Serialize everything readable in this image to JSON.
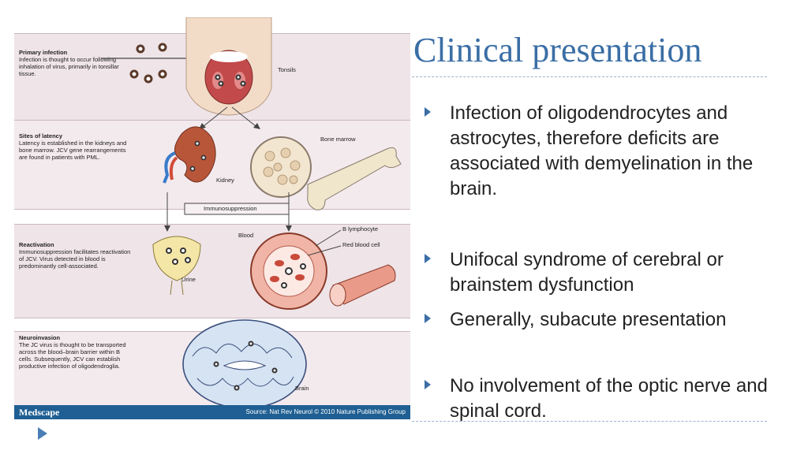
{
  "slide": {
    "title": "Clinical presentation",
    "bullets": [
      "Infection of oligodendrocytes and astrocytes, therefore deficits are associated with demyelination in the brain.",
      "Unifocal syndrome of cerebral or brainstem dysfunction",
      "Generally, subacute presentation",
      "No involvement of the optic nerve and spinal cord."
    ],
    "next_icon": "play-triangle-icon"
  },
  "figure": {
    "panels": [
      {
        "heading": "Primary infection",
        "text": "Infection is thought to occur following inhalation of virus, primarily in tonsillar tissue."
      },
      {
        "heading": "Sites of latency",
        "text": "Latency is established in the kidneys and bone marrow. JCV gene rearrangements are found in patients with PML."
      },
      {
        "heading": "Reactivation",
        "text": "Immunosuppression facilitates reactivation of JCV. Virus detected in blood is predominantly cell-associated."
      },
      {
        "heading": "Neuroinvasion",
        "text": "The JC virus is thought to be transported across the blood–brain barrier within B cells. Subsequently, JCV can establish productive infection of oligodendroglia."
      }
    ],
    "labels": {
      "tonsils": "Tonsils",
      "bone_marrow": "Bone marrow",
      "kidney": "Kidney",
      "immunosuppression": "Immunosuppression",
      "blood": "Blood",
      "b_lymphocyte": "B lymphocyte",
      "red_blood_cell": "Red blood cell",
      "urine": "Urine",
      "brain": "Brain"
    },
    "footer": {
      "logo": "Medscape",
      "source": "Source: Nat Rev Neurol © 2010 Nature Publishing Group"
    },
    "colors": {
      "band": "#efe4e8",
      "footer": "#1f5f93",
      "title": "#3a6ea5"
    }
  }
}
